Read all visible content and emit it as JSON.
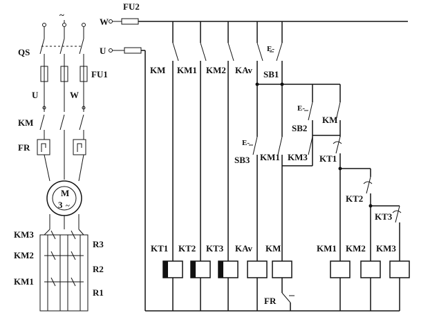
{
  "supply": {
    "tilde": "~",
    "qs": "QS",
    "fu1": "FU1",
    "u": "U",
    "w": "W",
    "km": "KM",
    "fr": "FR",
    "motor_m": "M",
    "motor_3": "3",
    "motor_phase": "~",
    "km3": "KM3",
    "km2": "KM2",
    "km1": "KM1",
    "r3": "R3",
    "r2": "R2",
    "r1": "R1"
  },
  "control": {
    "line_w": "W",
    "line_u": "U",
    "fu2": "FU2",
    "km": "KM",
    "km1": "KM1",
    "km2": "KM2",
    "kav": "KAv",
    "e1": "E-",
    "sb1": "SB1",
    "e2": "E-",
    "sb2": "SB2",
    "km_b": "KM",
    "e3": "E-",
    "sb3": "SB3",
    "km1_b": "KM1",
    "km3_b": "KM3",
    "kt1_c": "KT1",
    "kt2_c": "KT2",
    "kt3_c": "KT3",
    "fr": "FR"
  },
  "coils": {
    "kt1": "KT1",
    "kt2": "KT2",
    "kt3": "KT3",
    "kav": "KAv",
    "km": "KM",
    "km1": "KM1",
    "km2": "KM2",
    "km3": "KM3"
  }
}
